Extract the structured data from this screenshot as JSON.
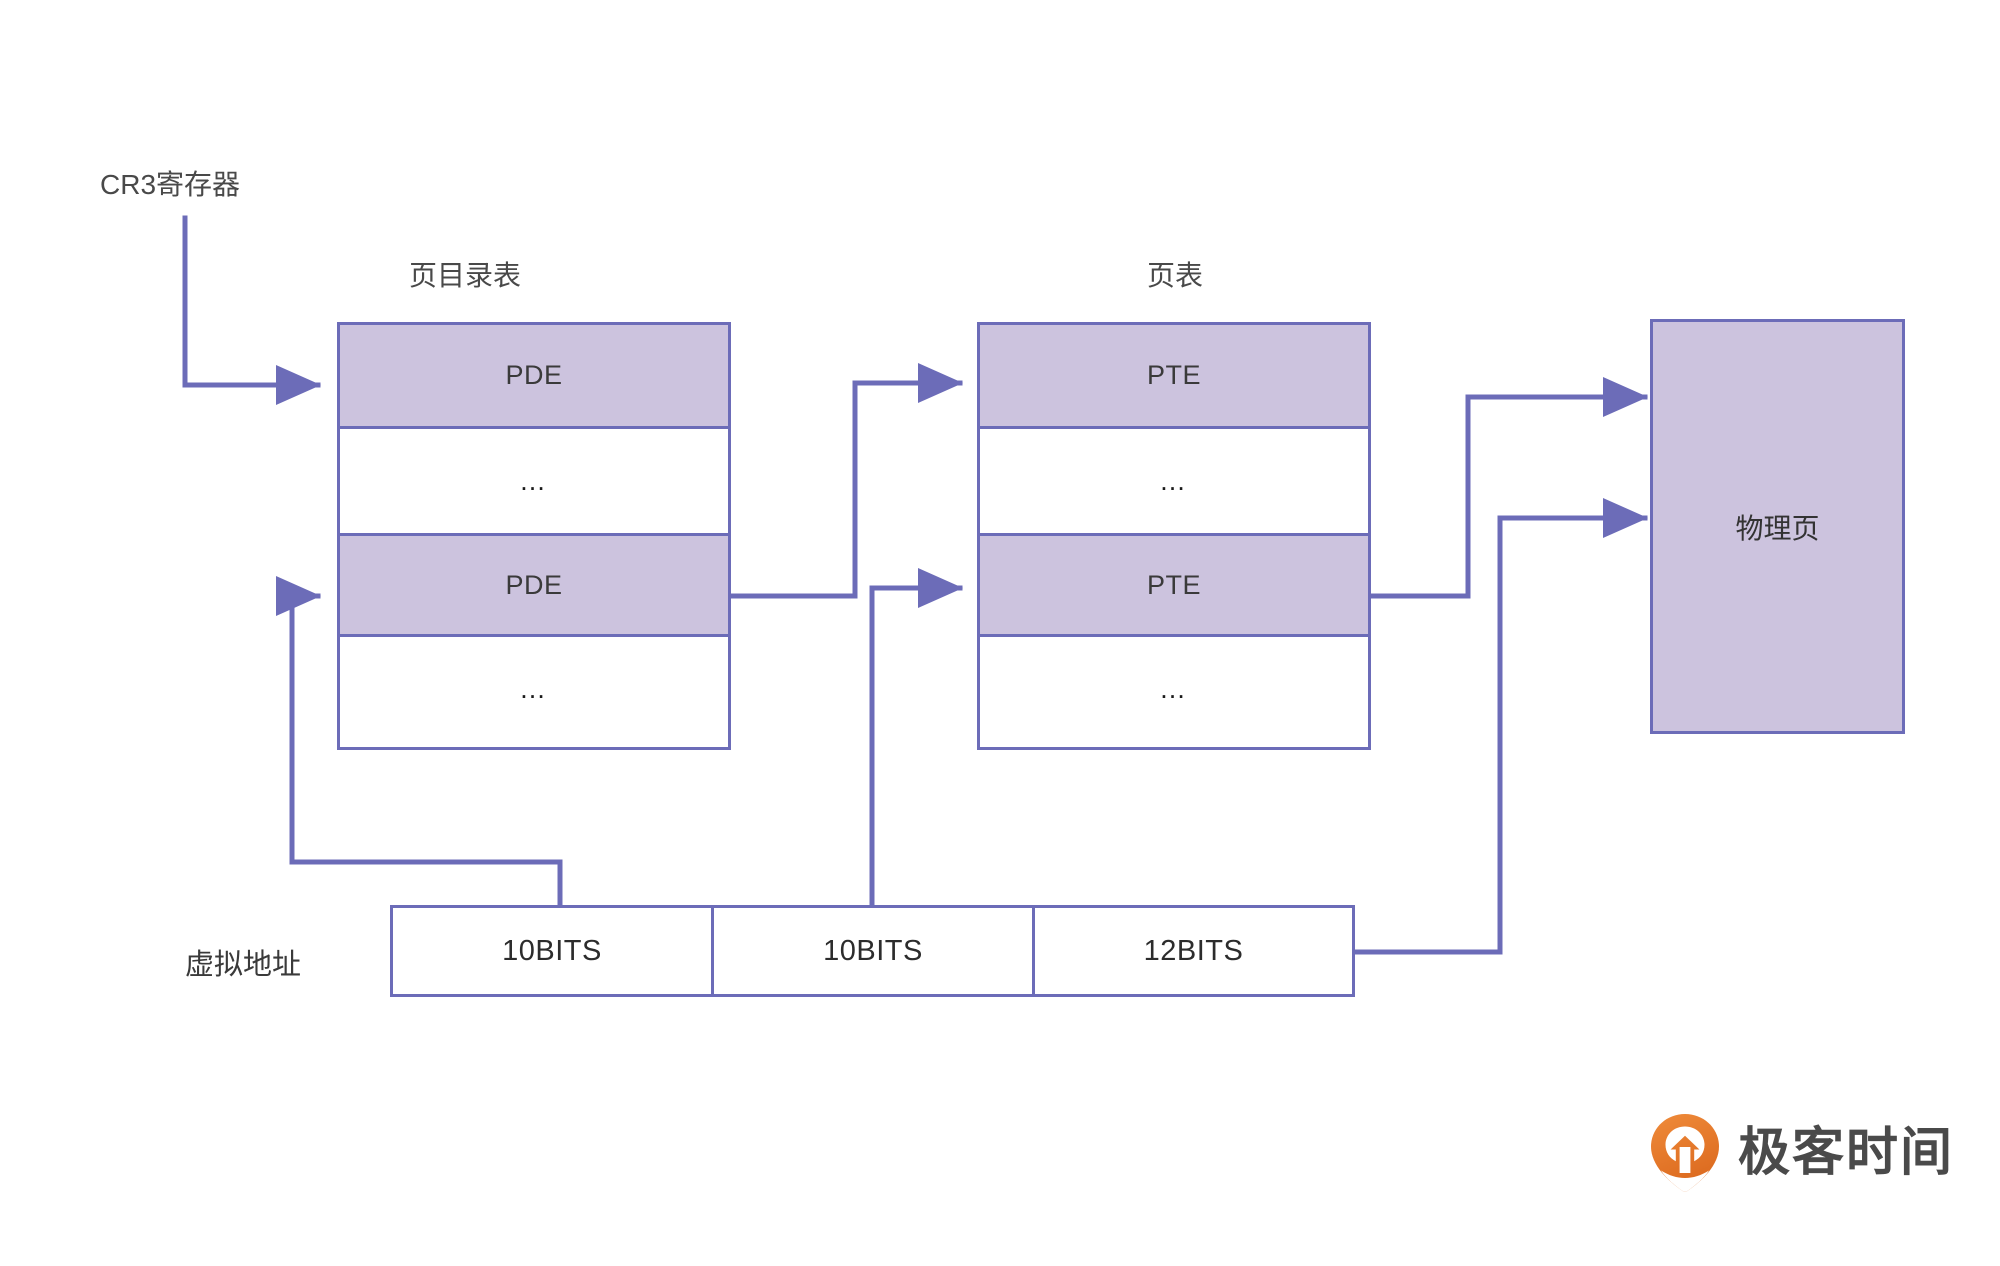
{
  "diagram": {
    "title_hidden": "x86 two-level paging address translation",
    "labels": {
      "cr3": "CR3寄存器",
      "page_directory": "页目录表",
      "page_table": "页表",
      "physical_page": "物理页",
      "virtual_address": "虚拟地址"
    },
    "page_directory_rows": [
      {
        "text": "PDE",
        "style": "filled"
      },
      {
        "text": "…",
        "style": "plain"
      },
      {
        "text": "PDE",
        "style": "filled"
      },
      {
        "text": "…",
        "style": "plain"
      }
    ],
    "page_table_rows": [
      {
        "text": "PTE",
        "style": "filled"
      },
      {
        "text": "…",
        "style": "plain"
      },
      {
        "text": "PTE",
        "style": "filled"
      },
      {
        "text": "…",
        "style": "plain"
      }
    ],
    "virtual_address_segments": [
      {
        "label": "10BITS"
      },
      {
        "label": "10BITS"
      },
      {
        "label": "12BITS"
      }
    ],
    "colors": {
      "line": "#6C6CB8",
      "fill": "#CCC3DE",
      "text": "#3A3A3A",
      "caption": "#494949",
      "background": "#FFFFFF",
      "logo_orange": "#E8762C",
      "logo_text": "#4A4A4A"
    }
  },
  "branding": {
    "logo_text": "极客时间",
    "logo_icon": "geektime-pin-icon"
  }
}
